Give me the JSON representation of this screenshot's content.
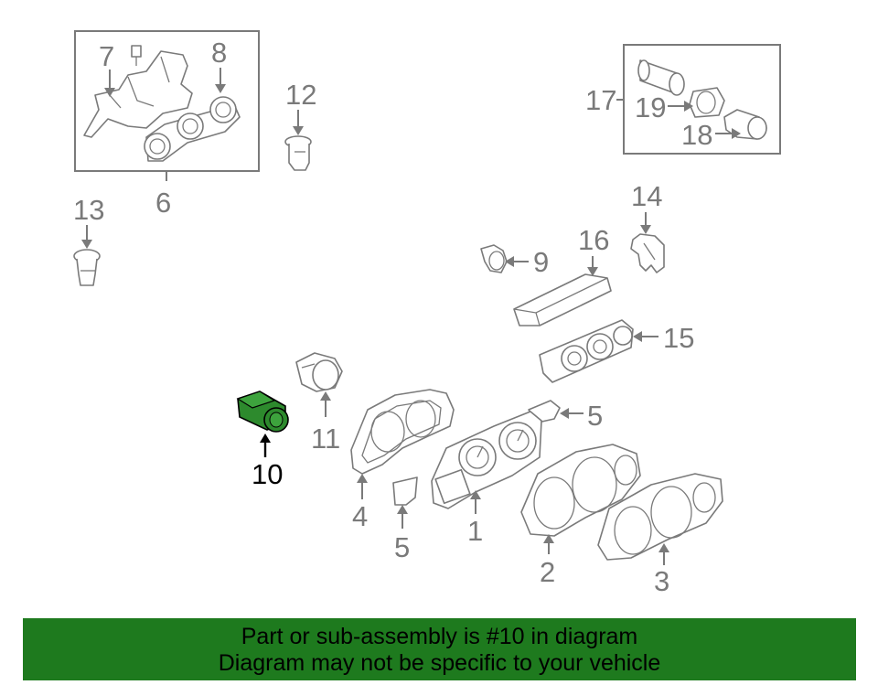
{
  "callouts": {
    "c1": "1",
    "c2": "2",
    "c3": "3",
    "c4": "4",
    "c5a": "5",
    "c5b": "5",
    "c6": "6",
    "c7": "7",
    "c8": "8",
    "c9": "9",
    "c10": "10",
    "c11": "11",
    "c12": "12",
    "c13": "13",
    "c14": "14",
    "c15": "15",
    "c16": "16",
    "c17": "17",
    "c18": "18",
    "c19": "19"
  },
  "highlighted_part": "10",
  "colors": {
    "banner_bg": "#1e7a1e",
    "highlight_fill": "#2d8a2d",
    "part_line": "#7a7a7a"
  },
  "banner": {
    "line1": "Part or sub-assembly is #10 in diagram",
    "line2": "Diagram may not be specific to your vehicle"
  }
}
